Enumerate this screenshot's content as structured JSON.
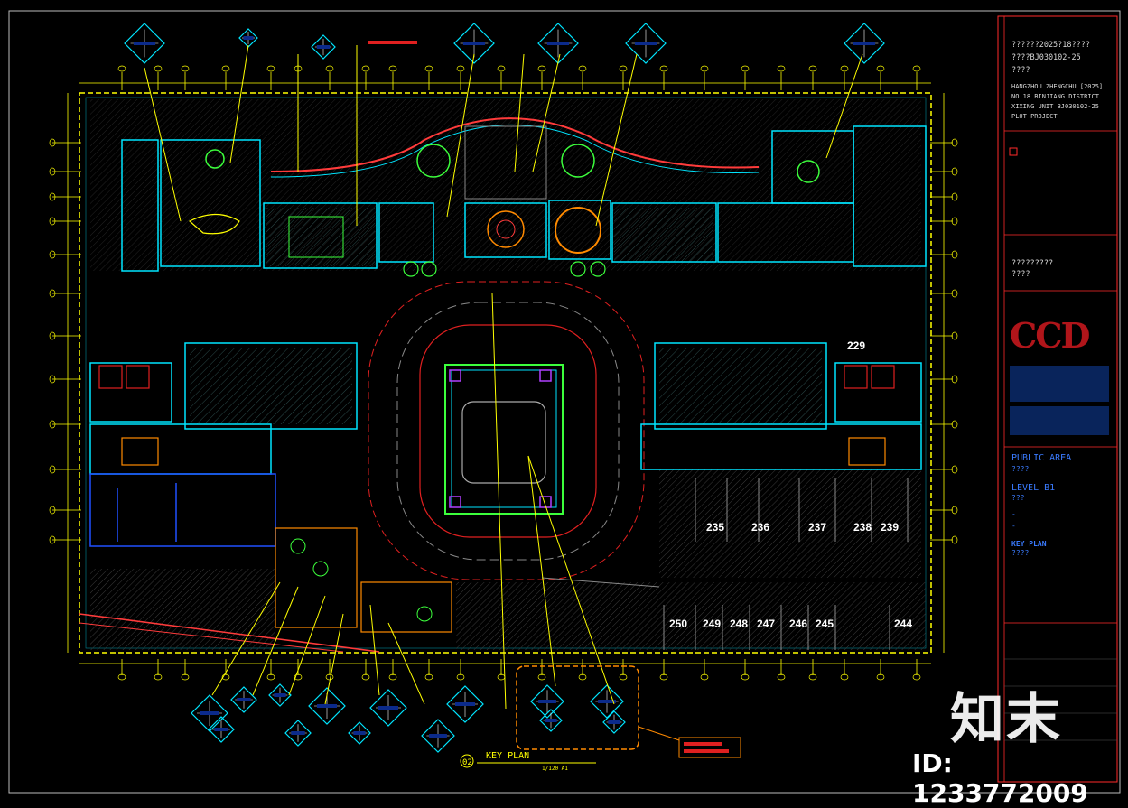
{
  "title_block": {
    "project_line1": "??????2025?18????",
    "project_line2": "????BJ030102-25",
    "project_line3": "????",
    "english_line1": "HANGZHOU ZHENGCHU [2025]",
    "english_line2": "NO.18 BINJIANG DISTRICT",
    "english_line3": "XIXING UNIT BJ030102-25",
    "english_line4": "PLOT PROJECT",
    "client_name_line1": "?????????",
    "client_name_line2": "????",
    "logo_text": "CCD",
    "area_en": "PUBLIC AREA",
    "area_cn": "????",
    "level_en": "LEVEL B1",
    "level_cn": "???",
    "dash1": "-",
    "dash2": "-",
    "sheet_en": "KEY PLAN",
    "sheet_cn": "????"
  },
  "plan_title": {
    "number": "02",
    "name": "KEY PLAN",
    "scale": "1/120 A1"
  },
  "room_number": "229",
  "parking_stalls_upper": [
    "235",
    "236",
    "237",
    "238",
    "239"
  ],
  "parking_stalls_lower": [
    "250",
    "249",
    "248",
    "247",
    "246",
    "245",
    "244"
  ],
  "watermark": {
    "brand": "知末",
    "id_text": "ID: 1233772009"
  },
  "colors": {
    "background": "#000000",
    "wall_cyan": "#00e5ff",
    "dim_yellow": "#ffff00",
    "circle_red": "#e02020",
    "door_green": "#3cff3c",
    "partition_blue": "#2050ff",
    "title_blue": "#3a7bff",
    "logo_red": "#b0151a"
  }
}
